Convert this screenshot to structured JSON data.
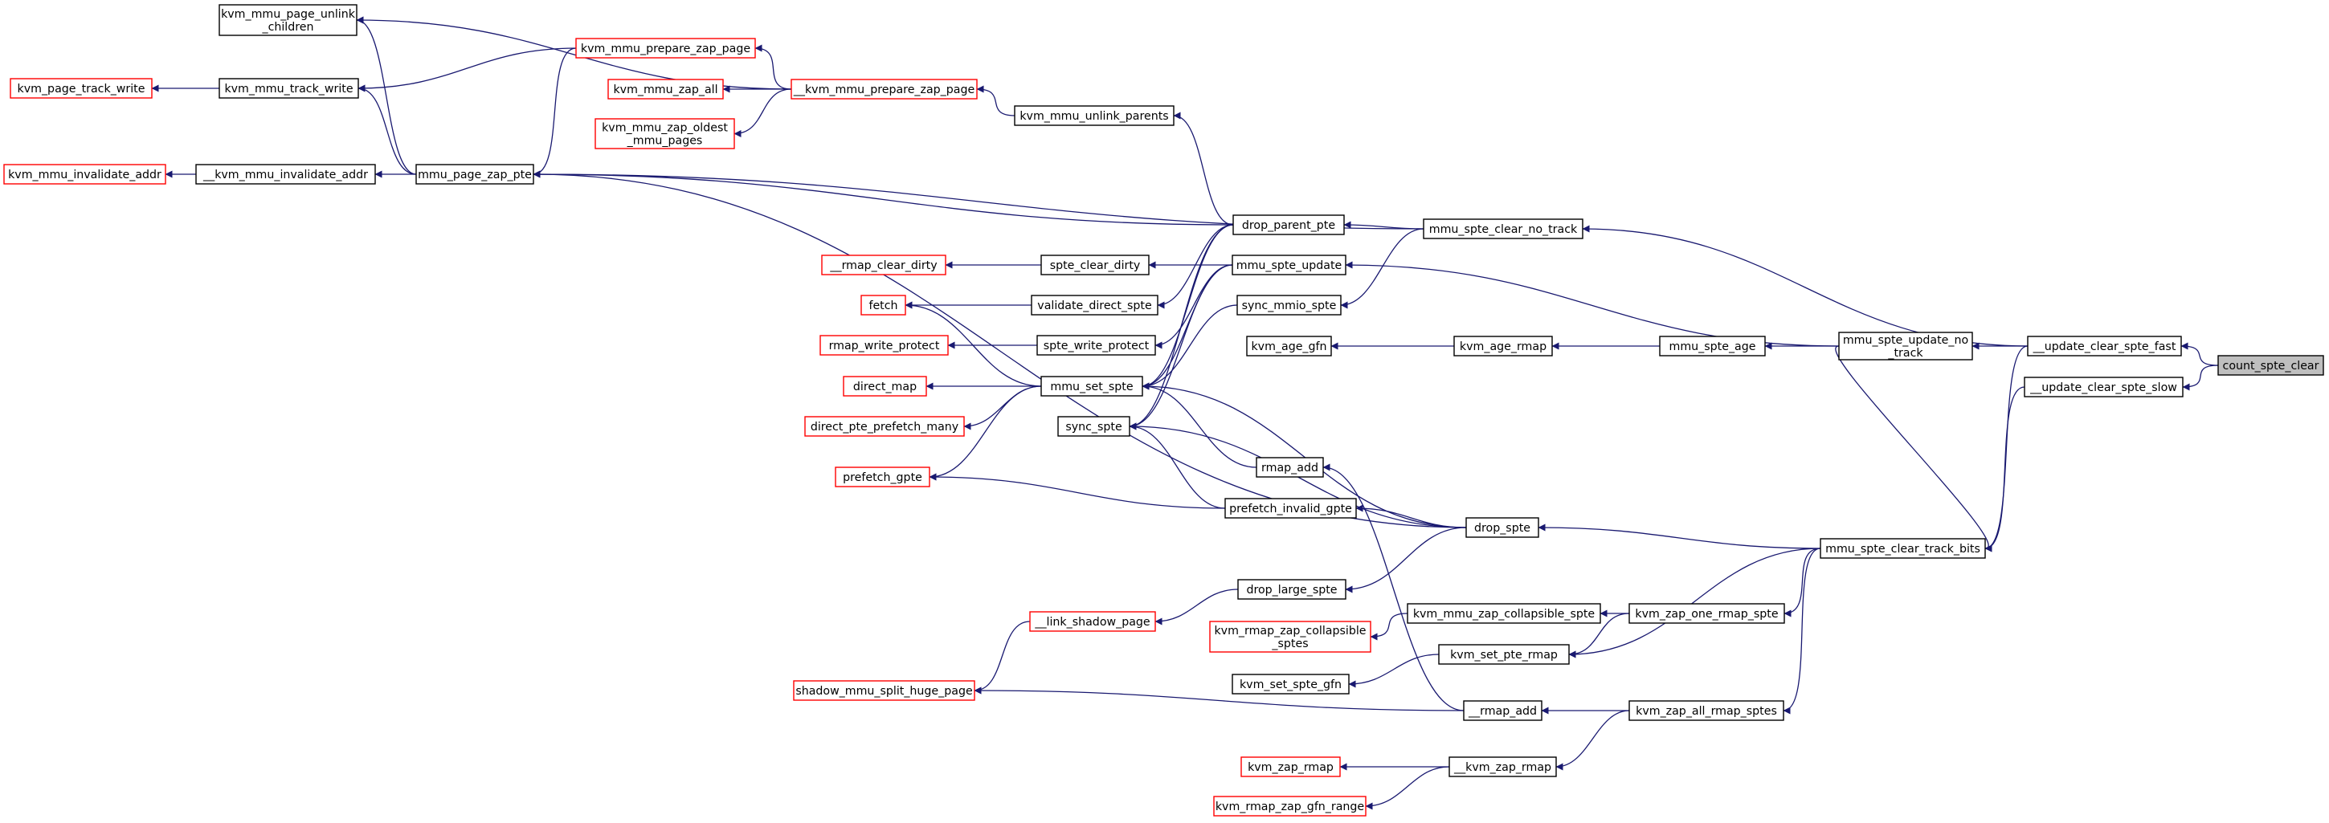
{
  "colors": {
    "edge": "#191970",
    "box_black": "#000000",
    "box_red": "#ff0000",
    "root_fill": "#bfbfbf",
    "node_fill": "#ffffff"
  },
  "nodes": [
    {
      "id": "count_spte_clear",
      "label": "count_spte_clear",
      "style": "root"
    },
    {
      "id": "update_clear_spte_fast",
      "label": "__update_clear_spte_fast",
      "style": "black"
    },
    {
      "id": "update_clear_spte_slow",
      "label": "__update_clear_spte_slow",
      "style": "black"
    },
    {
      "id": "mmu_spte_update_no_track",
      "label": "mmu_spte_update_no\n_track",
      "style": "black"
    },
    {
      "id": "mmu_spte_clear_track_bits",
      "label": "mmu_spte_clear_track_bits",
      "style": "black"
    },
    {
      "id": "mmu_spte_age",
      "label": "mmu_spte_age",
      "style": "black"
    },
    {
      "id": "kvm_age_rmap",
      "label": "kvm_age_rmap",
      "style": "black"
    },
    {
      "id": "kvm_age_gfn",
      "label": "kvm_age_gfn",
      "style": "black"
    },
    {
      "id": "mmu_spte_clear_no_track",
      "label": "mmu_spte_clear_no_track",
      "style": "black"
    },
    {
      "id": "drop_parent_pte",
      "label": "drop_parent_pte",
      "style": "black"
    },
    {
      "id": "mmu_spte_update",
      "label": "mmu_spte_update",
      "style": "black"
    },
    {
      "id": "sync_mmio_spte",
      "label": "sync_mmio_spte",
      "style": "black"
    },
    {
      "id": "kvm_mmu_unlink_parents",
      "label": "kvm_mmu_unlink_parents",
      "style": "black"
    },
    {
      "id": "kvm_mmu_prepare_zap_page_inner",
      "label": "__kvm_mmu_prepare_zap_page",
      "style": "red"
    },
    {
      "id": "kvm_mmu_prepare_zap_page",
      "label": "kvm_mmu_prepare_zap_page",
      "style": "red"
    },
    {
      "id": "kvm_mmu_zap_all",
      "label": "kvm_mmu_zap_all",
      "style": "red"
    },
    {
      "id": "kvm_mmu_zap_oldest_mmu_pages",
      "label": "kvm_mmu_zap_oldest\n_mmu_pages",
      "style": "red"
    },
    {
      "id": "kvm_mmu_page_unlink_children",
      "label": "kvm_mmu_page_unlink\n_children",
      "style": "black"
    },
    {
      "id": "kvm_mmu_track_write",
      "label": "kvm_mmu_track_write",
      "style": "black"
    },
    {
      "id": "kvm_page_track_write",
      "label": "kvm_page_track_write",
      "style": "red"
    },
    {
      "id": "mmu_page_zap_pte",
      "label": "mmu_page_zap_pte",
      "style": "black"
    },
    {
      "id": "kvm_mmu_invalidate_addr_inner",
      "label": "__kvm_mmu_invalidate_addr",
      "style": "black"
    },
    {
      "id": "kvm_mmu_invalidate_addr",
      "label": "kvm_mmu_invalidate_addr",
      "style": "red"
    },
    {
      "id": "spte_clear_dirty",
      "label": "spte_clear_dirty",
      "style": "black"
    },
    {
      "id": "rmap_clear_dirty",
      "label": "__rmap_clear_dirty",
      "style": "red"
    },
    {
      "id": "validate_direct_spte",
      "label": "validate_direct_spte",
      "style": "black"
    },
    {
      "id": "fetch",
      "label": "fetch",
      "style": "red"
    },
    {
      "id": "spte_write_protect",
      "label": "spte_write_protect",
      "style": "black"
    },
    {
      "id": "rmap_write_protect",
      "label": "rmap_write_protect",
      "style": "red"
    },
    {
      "id": "mmu_set_spte",
      "label": "mmu_set_spte",
      "style": "black"
    },
    {
      "id": "direct_map",
      "label": "direct_map",
      "style": "red"
    },
    {
      "id": "direct_pte_prefetch_many",
      "label": "direct_pte_prefetch_many",
      "style": "red"
    },
    {
      "id": "sync_spte",
      "label": "sync_spte",
      "style": "black"
    },
    {
      "id": "prefetch_gpte",
      "label": "prefetch_gpte",
      "style": "red"
    },
    {
      "id": "rmap_add",
      "label": "rmap_add",
      "style": "black"
    },
    {
      "id": "prefetch_invalid_gpte",
      "label": "prefetch_invalid_gpte",
      "style": "black"
    },
    {
      "id": "drop_spte",
      "label": "drop_spte",
      "style": "black"
    },
    {
      "id": "drop_large_spte",
      "label": "drop_large_spte",
      "style": "black"
    },
    {
      "id": "link_shadow_page",
      "label": "__link_shadow_page",
      "style": "red"
    },
    {
      "id": "shadow_mmu_split_huge_page",
      "label": "shadow_mmu_split_huge_page",
      "style": "red"
    },
    {
      "id": "kvm_mmu_zap_collapsible_spte",
      "label": "kvm_mmu_zap_collapsible_spte",
      "style": "black"
    },
    {
      "id": "kvm_rmap_zap_collapsible_sptes",
      "label": "kvm_rmap_zap_collapsible\n_sptes",
      "style": "red"
    },
    {
      "id": "kvm_zap_one_rmap_spte",
      "label": "kvm_zap_one_rmap_spte",
      "style": "black"
    },
    {
      "id": "kvm_set_pte_rmap",
      "label": "kvm_set_pte_rmap",
      "style": "black"
    },
    {
      "id": "kvm_set_spte_gfn",
      "label": "kvm_set_spte_gfn",
      "style": "black"
    },
    {
      "id": "rmap_add_inner",
      "label": "__rmap_add",
      "style": "black"
    },
    {
      "id": "kvm_zap_all_rmap_sptes",
      "label": "kvm_zap_all_rmap_sptes",
      "style": "black"
    },
    {
      "id": "kvm_zap_rmap_inner",
      "label": "__kvm_zap_rmap",
      "style": "black"
    },
    {
      "id": "kvm_zap_rmap",
      "label": "kvm_zap_rmap",
      "style": "red"
    },
    {
      "id": "kvm_rmap_zap_gfn_range",
      "label": "kvm_rmap_zap_gfn_range",
      "style": "red"
    }
  ],
  "edges": [
    {
      "from": "update_clear_spte_fast",
      "to": "count_spte_clear"
    },
    {
      "from": "update_clear_spte_slow",
      "to": "count_spte_clear"
    },
    {
      "from": "mmu_spte_update_no_track",
      "to": "update_clear_spte_fast"
    },
    {
      "from": "mmu_spte_clear_track_bits",
      "to": "update_clear_spte_fast"
    },
    {
      "from": "mmu_spte_clear_no_track",
      "to": "update_clear_spte_fast"
    },
    {
      "from": "mmu_spte_clear_track_bits",
      "to": "update_clear_spte_slow"
    },
    {
      "from": "mmu_spte_update_no_track",
      "to": "mmu_spte_clear_track_bits"
    },
    {
      "from": "mmu_spte_update",
      "to": "mmu_spte_update_no_track"
    },
    {
      "from": "mmu_spte_age",
      "to": "mmu_spte_update_no_track"
    },
    {
      "from": "kvm_age_rmap",
      "to": "mmu_spte_age"
    },
    {
      "from": "kvm_age_gfn",
      "to": "kvm_age_rmap"
    },
    {
      "from": "drop_parent_pte",
      "to": "mmu_spte_clear_no_track"
    },
    {
      "from": "mmu_page_zap_pte",
      "to": "mmu_spte_clear_no_track"
    },
    {
      "from": "sync_mmio_spte",
      "to": "mmu_spte_clear_no_track"
    },
    {
      "from": "kvm_mmu_unlink_parents",
      "to": "drop_parent_pte"
    },
    {
      "from": "mmu_page_zap_pte",
      "to": "drop_parent_pte"
    },
    {
      "from": "kvm_mmu_prepare_zap_page_inner",
      "to": "kvm_mmu_unlink_parents"
    },
    {
      "from": "kvm_mmu_prepare_zap_page_inner",
      "to": "kvm_mmu_page_unlink_children"
    },
    {
      "from": "kvm_mmu_prepare_zap_page",
      "to": "kvm_mmu_prepare_zap_page_inner"
    },
    {
      "from": "kvm_mmu_zap_all",
      "to": "kvm_mmu_prepare_zap_page_inner"
    },
    {
      "from": "kvm_mmu_zap_oldest_mmu_pages",
      "to": "kvm_mmu_prepare_zap_page_inner"
    },
    {
      "from": "kvm_mmu_track_write",
      "to": "kvm_mmu_prepare_zap_page"
    },
    {
      "from": "mmu_page_zap_pte",
      "to": "kvm_mmu_prepare_zap_page"
    },
    {
      "from": "kvm_page_track_write",
      "to": "kvm_mmu_track_write"
    },
    {
      "from": "mmu_page_zap_pte",
      "to": "kvm_mmu_page_unlink_children"
    },
    {
      "from": "mmu_page_zap_pte",
      "to": "kvm_mmu_track_write"
    },
    {
      "from": "mmu_page_zap_pte",
      "to": "kvm_mmu_invalidate_addr_inner"
    },
    {
      "from": "kvm_mmu_invalidate_addr_inner",
      "to": "kvm_mmu_invalidate_addr"
    },
    {
      "from": "drop_spte",
      "to": "mmu_page_zap_pte"
    },
    {
      "from": "spte_clear_dirty",
      "to": "mmu_spte_update"
    },
    {
      "from": "validate_direct_spte",
      "to": "drop_parent_pte"
    },
    {
      "from": "spte_write_protect",
      "to": "mmu_spte_update"
    },
    {
      "from": "mmu_set_spte",
      "to": "drop_parent_pte"
    },
    {
      "from": "mmu_set_spte",
      "to": "mmu_spte_update"
    },
    {
      "from": "mmu_set_spte",
      "to": "sync_mmio_spte"
    },
    {
      "from": "sync_spte",
      "to": "drop_parent_pte"
    },
    {
      "from": "sync_spte",
      "to": "mmu_spte_update"
    },
    {
      "from": "rmap_clear_dirty",
      "to": "spte_clear_dirty"
    },
    {
      "from": "fetch",
      "to": "validate_direct_spte"
    },
    {
      "from": "fetch",
      "to": "mmu_set_spte"
    },
    {
      "from": "rmap_write_protect",
      "to": "spte_write_protect"
    },
    {
      "from": "direct_map",
      "to": "mmu_set_spte"
    },
    {
      "from": "direct_pte_prefetch_many",
      "to": "mmu_set_spte"
    },
    {
      "from": "prefetch_gpte",
      "to": "mmu_set_spte"
    },
    {
      "from": "rmap_add",
      "to": "mmu_set_spte"
    },
    {
      "from": "drop_spte",
      "to": "mmu_set_spte"
    },
    {
      "from": "drop_spte",
      "to": "sync_spte"
    },
    {
      "from": "prefetch_invalid_gpte",
      "to": "sync_spte"
    },
    {
      "from": "prefetch_invalid_gpte",
      "to": "prefetch_gpte"
    },
    {
      "from": "drop_spte",
      "to": "prefetch_invalid_gpte"
    },
    {
      "from": "rmap_add",
      "to": "rmap_add_inner"
    },
    {
      "from": "mmu_spte_clear_track_bits",
      "to": "drop_spte"
    },
    {
      "from": "drop_spte",
      "to": "drop_large_spte"
    },
    {
      "from": "drop_large_spte",
      "to": "link_shadow_page"
    },
    {
      "from": "link_shadow_page",
      "to": "shadow_mmu_split_huge_page"
    },
    {
      "from": "kvm_zap_one_rmap_spte",
      "to": "kvm_mmu_zap_collapsible_spte"
    },
    {
      "from": "kvm_mmu_zap_collapsible_spte",
      "to": "kvm_rmap_zap_collapsible_sptes"
    },
    {
      "from": "mmu_spte_clear_track_bits",
      "to": "kvm_zap_one_rmap_spte"
    },
    {
      "from": "kvm_zap_one_rmap_spte",
      "to": "kvm_set_pte_rmap"
    },
    {
      "from": "mmu_spte_clear_track_bits",
      "to": "kvm_set_pte_rmap"
    },
    {
      "from": "kvm_set_pte_rmap",
      "to": "kvm_set_spte_gfn"
    },
    {
      "from": "mmu_spte_clear_track_bits",
      "to": "kvm_zap_all_rmap_sptes"
    },
    {
      "from": "kvm_zap_all_rmap_sptes",
      "to": "rmap_add_inner"
    },
    {
      "from": "rmap_add_inner",
      "to": "shadow_mmu_split_huge_page"
    },
    {
      "from": "kvm_zap_all_rmap_sptes",
      "to": "kvm_zap_rmap_inner"
    },
    {
      "from": "kvm_zap_rmap_inner",
      "to": "kvm_zap_rmap"
    },
    {
      "from": "kvm_zap_rmap_inner",
      "to": "kvm_rmap_zap_gfn_range"
    }
  ]
}
